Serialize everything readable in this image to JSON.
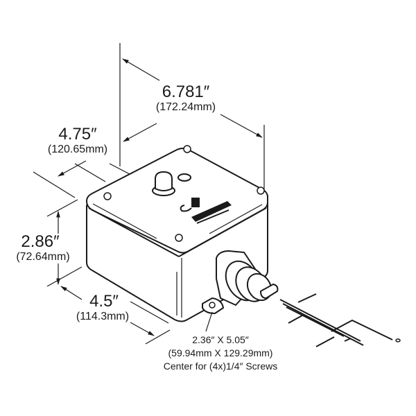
{
  "dimensions": {
    "length": {
      "inches": "6.781″",
      "mm": "(172.24mm)"
    },
    "width": {
      "inches": "4.75″",
      "mm": "(120.65mm)"
    },
    "height": {
      "inches": "2.86″",
      "mm": "(72.64mm)"
    },
    "depth": {
      "inches": "4.5″",
      "mm": "(114.3mm)"
    }
  },
  "mounting_note": {
    "line1": "2.36″ X 5.05″",
    "line2": "(59.94mm X 129.29mm)",
    "line3": "Center for (4x)1/4″ Screws"
  },
  "components": [
    "enclosure-box",
    "led-indicator",
    "push-button",
    "logo-label",
    "cable-gland",
    "mounting-tab",
    "wire-leads"
  ],
  "colors": {
    "line": "#1a1a1a",
    "background": "#ffffff"
  }
}
